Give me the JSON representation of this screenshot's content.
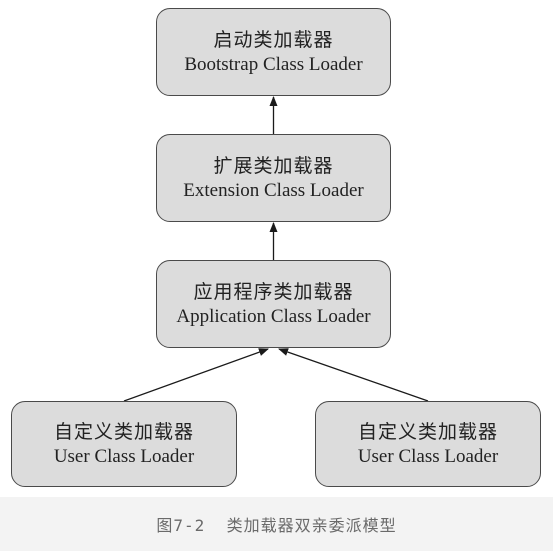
{
  "diagram": {
    "nodes": [
      {
        "id": "bootstrap",
        "zh": "启动类加载器",
        "en": "Bootstrap Class Loader"
      },
      {
        "id": "extension",
        "zh": "扩展类加载器",
        "en": "Extension Class Loader"
      },
      {
        "id": "application",
        "zh": "应用程序类加载器",
        "en": "Application Class Loader"
      },
      {
        "id": "user-left",
        "zh": "自定义类加载器",
        "en": "User Class Loader"
      },
      {
        "id": "user-right",
        "zh": "自定义类加载器",
        "en": "User Class Loader"
      }
    ],
    "edges": [
      {
        "from": "extension",
        "to": "bootstrap"
      },
      {
        "from": "application",
        "to": "extension"
      },
      {
        "from": "user-left",
        "to": "application"
      },
      {
        "from": "user-right",
        "to": "application"
      }
    ]
  },
  "caption": "图7-2  类加载器双亲委派模型",
  "colors": {
    "box_fill": "#dcdcdc",
    "box_border": "#4a4a4a",
    "arrow": "#1a1a1a",
    "caption_bg": "#f3f3f3",
    "caption_text": "#6a6a6a"
  }
}
